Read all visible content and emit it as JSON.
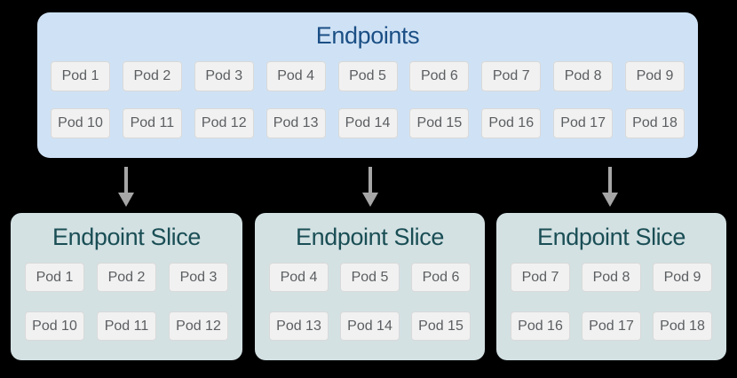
{
  "canvas": {
    "background": "#000000"
  },
  "colors": {
    "endpoints_box_fill": "#cfe2f5",
    "endpoints_title_text": "#1b4f85",
    "slice_box_fill": "#d3e1e3",
    "slice_title_text": "#1a4e55",
    "pod_fill": "#f1f1f1",
    "pod_border": "#d9d9d9",
    "pod_text": "#5b5e61",
    "arrow": "#a6a6a6"
  },
  "icons": {
    "arrow": "down-arrow"
  },
  "endpoints": {
    "title": "Endpoints",
    "rows": [
      [
        "Pod 1",
        "Pod 2",
        "Pod 3",
        "Pod 4",
        "Pod 5",
        "Pod 6",
        "Pod 7",
        "Pod 8",
        "Pod 9"
      ],
      [
        "Pod 10",
        "Pod 11",
        "Pod 12",
        "Pod 13",
        "Pod 14",
        "Pod 15",
        "Pod 16",
        "Pod 17",
        "Pod 18"
      ]
    ]
  },
  "slices": [
    {
      "title": "Endpoint Slice",
      "rows": [
        [
          "Pod 1",
          "Pod 2",
          "Pod 3"
        ],
        [
          "Pod 10",
          "Pod 11",
          "Pod 12"
        ]
      ]
    },
    {
      "title": "Endpoint Slice",
      "rows": [
        [
          "Pod 4",
          "Pod 5",
          "Pod 6"
        ],
        [
          "Pod 13",
          "Pod 14",
          "Pod 15"
        ]
      ]
    },
    {
      "title": "Endpoint Slice",
      "rows": [
        [
          "Pod 7",
          "Pod 8",
          "Pod 9"
        ],
        [
          "Pod 16",
          "Pod 17",
          "Pod 18"
        ]
      ]
    }
  ]
}
